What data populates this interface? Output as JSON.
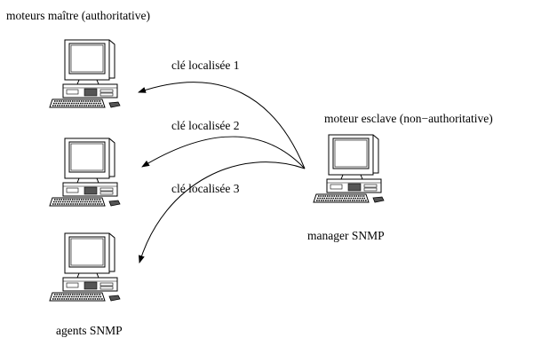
{
  "labels": {
    "master_engines": "moteurs maître (authoritative)",
    "slave_engine": "moteur esclave (non−authoritative)",
    "manager": "manager SNMP",
    "agents": "agents SNMP"
  },
  "keys": [
    {
      "label": "clé localisée 1"
    },
    {
      "label": "clé localisée 2"
    },
    {
      "label": "clé localisée 3"
    }
  ],
  "computers": [
    {
      "role": "agent",
      "icon": "computer-icon"
    },
    {
      "role": "agent",
      "icon": "computer-icon"
    },
    {
      "role": "agent",
      "icon": "computer-icon"
    },
    {
      "role": "manager",
      "icon": "computer-icon"
    }
  ],
  "colors": {
    "line": "#000000",
    "screen": "#ffffff",
    "drive": "#555555",
    "mouse": "#555555",
    "background": "#ffffff"
  }
}
